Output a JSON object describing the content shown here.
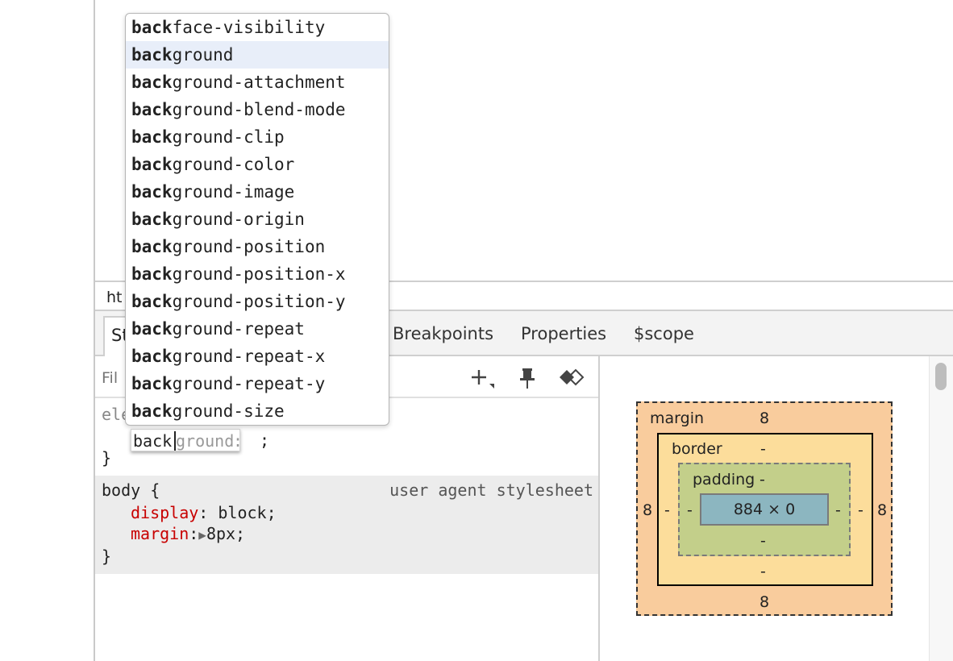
{
  "breadcrumb": {
    "item": "ht"
  },
  "tabs": {
    "styles": "St",
    "breakpoints": "Breakpoints",
    "properties": "Properties",
    "scope": "$scope"
  },
  "styles_pane": {
    "filter_placeholder": "Fil",
    "toolbar_icons": [
      "add-rule-icon",
      "pin-icon",
      "toggle-element-state-icon"
    ],
    "element_rule": {
      "selector": "ele",
      "editing": {
        "typed": "back",
        "suggestion": "ground",
        "colon": ":",
        "semicolon": ";"
      },
      "close": "}"
    },
    "body_rule": {
      "selector": "body {",
      "source": "user agent stylesheet",
      "props": [
        {
          "name": "display",
          "colon": ":",
          "value": "block;"
        },
        {
          "name": "margin",
          "colon": ":",
          "value": "8px;"
        }
      ],
      "close": "}"
    }
  },
  "box_model": {
    "margin": {
      "label": "margin",
      "top": "8",
      "bottom": "8",
      "left": "8",
      "right": "8"
    },
    "border": {
      "label": "border",
      "top": "-",
      "bottom": "-",
      "left": "-",
      "right": "-"
    },
    "padding": {
      "label": "padding",
      "top": "-",
      "bottom": "-",
      "left": "-",
      "right": "-"
    },
    "content": "884 × 0"
  },
  "autocomplete": {
    "prefix": "back",
    "selected_index": 1,
    "items": [
      {
        "prefix": "back",
        "rest": "face-visibility"
      },
      {
        "prefix": "back",
        "rest": "ground"
      },
      {
        "prefix": "back",
        "rest": "ground-attachment"
      },
      {
        "prefix": "back",
        "rest": "ground-blend-mode"
      },
      {
        "prefix": "back",
        "rest": "ground-clip"
      },
      {
        "prefix": "back",
        "rest": "ground-color"
      },
      {
        "prefix": "back",
        "rest": "ground-image"
      },
      {
        "prefix": "back",
        "rest": "ground-origin"
      },
      {
        "prefix": "back",
        "rest": "ground-position"
      },
      {
        "prefix": "back",
        "rest": "ground-position-x"
      },
      {
        "prefix": "back",
        "rest": "ground-position-y"
      },
      {
        "prefix": "back",
        "rest": "ground-repeat"
      },
      {
        "prefix": "back",
        "rest": "ground-repeat-x"
      },
      {
        "prefix": "back",
        "rest": "ground-repeat-y"
      },
      {
        "prefix": "back",
        "rest": "ground-size"
      }
    ]
  },
  "colors": {
    "margin": "#f9cc9d",
    "border": "#fcdd9b",
    "padding": "#c3cf8a",
    "content": "#8cb6c0",
    "prop_name": "#c80000",
    "selected_suggestion": "#e8eef9"
  }
}
